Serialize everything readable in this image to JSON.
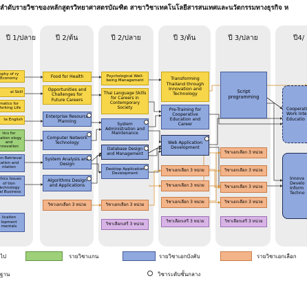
{
  "title": "ลำดับรายวิชาของหลักสูตรวิทยาศาสตรบัณฑิต  สาขาวิชาเทคโนโลยีสารสนเทศและนวัตกรรมทางธุรกิจ ห",
  "columns": [
    "ปี 1/ปลาย",
    "ปี 2/ต้น",
    "ปี 2/ปลาย",
    "ปี 3/ต้น",
    "ปี 3/ปลาย",
    "ปี4/"
  ],
  "courses": {
    "philosophy": "ophy of ry Economy",
    "al_skill": "al Skill",
    "mathematics": "matics for Working Life",
    "te_english": "te English",
    "statistics": "tics for mation ology and nnovation",
    "info_retrieval": "tion Retrieval tation and ntation",
    "ethics": "ethics Issues of tion Technology ital Business",
    "application": "lication lopment mentals",
    "food_health": "Food for Health",
    "opportunities": "Opportunities and Challenges for Future Careers",
    "erp": "Enterprise Resource Planning",
    "network": "Computer Network Technology",
    "sys_analysis": "System Analysis and Design",
    "algorithms": "Algorithms Design and Applications",
    "psych": "Psychological Well-being Management",
    "thai_language": "Thai Language Skills for Careers in Contemporary Society",
    "sys_admin": "System Administration and Maintenance",
    "database": "Database Design and Management",
    "desktop": "Desktop Application Development",
    "transforming": "Transforming Thailand through Innovation and Technology",
    "pretraining": "Pre-Training for Cooperative Education and Career",
    "webapp": "Web Application Development",
    "script": "Script programming",
    "coop": "Cooperati Work Inte Educatio",
    "innovation": "Innova Develo Inform Techno"
  },
  "electives": {
    "y2_late_1": "วิชาเอกเลือก 3 หน่วย",
    "y2_early_1": "วิชาเอกเลือก 3 หน่วย",
    "y3_early_1": "วิชาเอกเลือก 3 หน่วย",
    "y3_early_2": "วิชาเอกเลือก 3 หน่วย",
    "y3_early_3": "วิชาเอกเลือก 3 หน่วย",
    "y3_late_1": "วิชาเอกเลือก 3 หน่วย",
    "y3_late_2": "วิชาเอกเลือก 3 หน่วย",
    "y3_late_3": "วิชาเอกเลือก 3 หน่วย",
    "y3_late_4": "วิชาเอกเลือก 3 หน่วย"
  },
  "free_electives": {
    "y2_late": "วิชาเลือกเสรี 3 หน่วย",
    "y3_early": "วิชาเลือกเสรี 3 หน่วย",
    "y3_late": "วิชาเลือกเสรี 3 หน่วย"
  },
  "legend": {
    "general": "ไป",
    "core": "รายวิชาแกน",
    "required": "รายวิชาเอกบังคับ",
    "elective": "รายวิชาเอกเลือก",
    "basic": "ฐาน",
    "intermediate": "วิชาระดับชั้นกลาง"
  },
  "colors": {
    "general": "#f7d64a",
    "core": "#9ed07a",
    "required": "#8fa8de",
    "elective": "#f3b489",
    "free": "#d8b4e6",
    "column_bg": "#ececec",
    "line": "#333333",
    "line_orange": "#d48b2a"
  }
}
